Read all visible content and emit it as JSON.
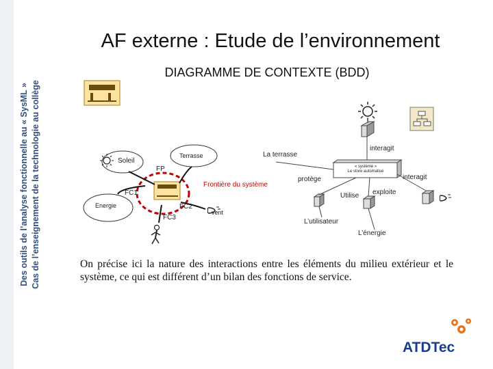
{
  "sidebar": {
    "line1": "Des outils de l’analyse fonctionnelle au « SysML »",
    "line2": "Cas de l’enseignement de la technologie au collège"
  },
  "title": "AF externe : Etude de l’environnement",
  "subtitle": "DIAGRAMME DE CONTEXTE (BDD)",
  "diagram": {
    "left": {
      "soleil": "Soleil",
      "terrasse": "Terrasse",
      "fp": "FP",
      "frontiere": "Frontière du système",
      "fc1": "FC1",
      "energie": "Energie",
      "fc2": "FC2",
      "fc3": "FC3",
      "vent": "vent"
    },
    "right": {
      "la_terrasse": "La terrasse",
      "interagit_top": "interagit",
      "protege": "protège",
      "systeme_line1": "« système »",
      "systeme_line2": "Le store automatisé",
      "interagit_right": "interagit",
      "utilise": "Utilise",
      "exploite": "exploite",
      "utilisateur": "L’utilisateur",
      "energie": "L’énergie"
    }
  },
  "paragraph": "On précise ici la nature des interactions entre les éléments du milieu extérieur et le système, ce qui est différent d’un bilan des fonctions de service.",
  "logo": {
    "text": "ATDTec",
    "colors": {
      "gear": "#e8741c",
      "text": "#1a3d8f"
    }
  },
  "colors": {
    "frontier": "#c00000",
    "sidebar_text": "#2f4f7f"
  }
}
